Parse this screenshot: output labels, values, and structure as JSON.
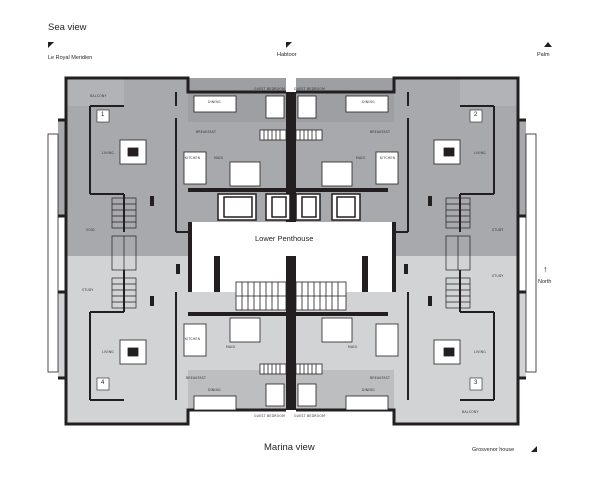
{
  "header": {
    "sea_view": "Sea view",
    "le_royal": "Le Royal Meridien",
    "habtoor": "Habtoor",
    "palm": "Palm"
  },
  "footer": {
    "marina_view": "Marina view",
    "grosvenor": "Grosvenor house"
  },
  "compass": {
    "north": "North"
  },
  "core": {
    "title": "Lower Penthouse"
  },
  "units": [
    "1",
    "2",
    "3",
    "4"
  ],
  "rooms": {
    "balcony": "BALCONY",
    "dining": "DINING",
    "guest_bedroom": "GUEST BEDROOM",
    "breakfast": "BREAKFAST",
    "living": "LIVING",
    "kitchen": "KITCHEN",
    "maid": "MAID",
    "study": "STUDY",
    "void": "VOID"
  },
  "colors": {
    "dark_zone": "#a7a9ac",
    "light_zone": "#d1d3d4",
    "walls": "#231f20",
    "core": "#ffffff"
  }
}
